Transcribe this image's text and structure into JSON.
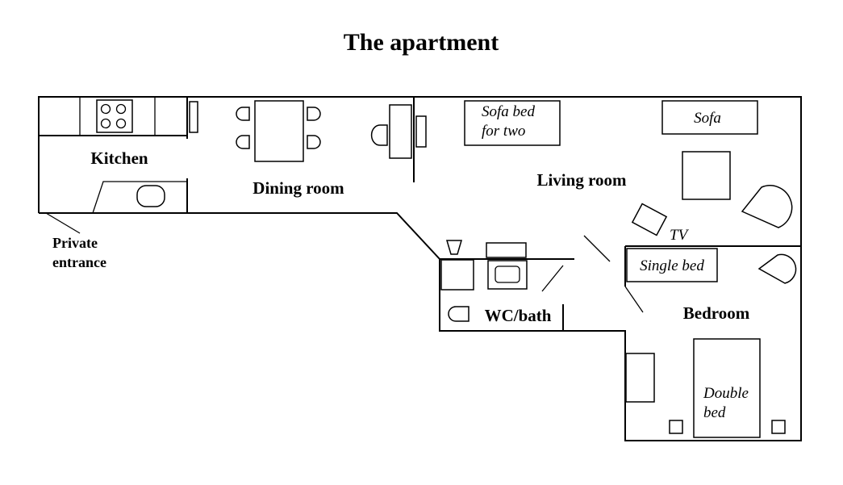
{
  "title": "The apartment",
  "rooms": {
    "kitchen": "Kitchen",
    "dining": "Dining room",
    "living": "Living room",
    "wc": "WC/bath",
    "bedroom": "Bedroom"
  },
  "labels": {
    "entrance_line1": "Private",
    "entrance_line2": "entrance",
    "tv": "TV"
  },
  "furniture": {
    "sofa_bed_line1": "Sofa bed",
    "sofa_bed_line2": "for two",
    "sofa": "Sofa",
    "single_bed": "Single bed",
    "double_bed_line1": "Double",
    "double_bed_line2": "bed"
  }
}
